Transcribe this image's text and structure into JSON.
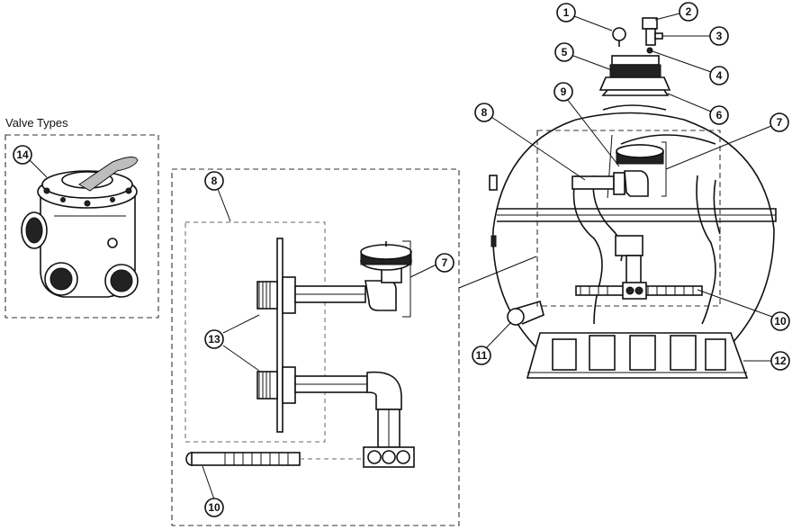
{
  "valve_types_label": "Valve Types",
  "callouts": [
    {
      "id": "c1",
      "label": "1"
    },
    {
      "id": "c2",
      "label": "2"
    },
    {
      "id": "c3",
      "label": "3"
    },
    {
      "id": "c4",
      "label": "4"
    },
    {
      "id": "c5",
      "label": "5"
    },
    {
      "id": "c6",
      "label": "6"
    },
    {
      "id": "c7a",
      "label": "7"
    },
    {
      "id": "c7b",
      "label": "7"
    },
    {
      "id": "c8a",
      "label": "8"
    },
    {
      "id": "c8b",
      "label": "8"
    },
    {
      "id": "c9",
      "label": "9"
    },
    {
      "id": "c10a",
      "label": "10"
    },
    {
      "id": "c10b",
      "label": "10"
    },
    {
      "id": "c11",
      "label": "11"
    },
    {
      "id": "c12",
      "label": "12"
    },
    {
      "id": "c13",
      "label": "13"
    },
    {
      "id": "c14",
      "label": "14"
    }
  ]
}
